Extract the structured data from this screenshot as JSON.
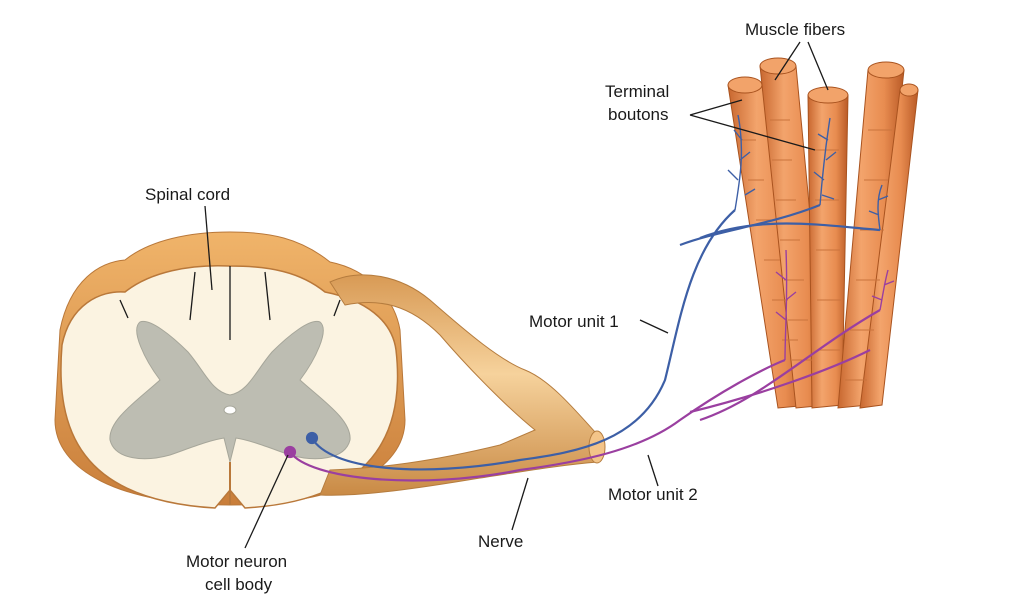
{
  "labels": {
    "spinal_cord": "Spinal cord",
    "muscle_fibers": "Muscle fibers",
    "terminal_boutons_line1": "Terminal",
    "terminal_boutons_line2": "boutons",
    "motor_unit_1": "Motor unit 1",
    "motor_unit_2": "Motor unit 2",
    "nerve": "Nerve",
    "motor_neuron_line1": "Motor neuron",
    "motor_neuron_line2": "cell body"
  },
  "colors": {
    "motor_unit_1": "#3d5fa6",
    "motor_unit_2": "#9a3fa0",
    "muscle_fiber": "#e8945a",
    "white_matter": "#fbf3e1",
    "gray_matter": "#bdbdb2",
    "nerve": "#e9b16e"
  }
}
